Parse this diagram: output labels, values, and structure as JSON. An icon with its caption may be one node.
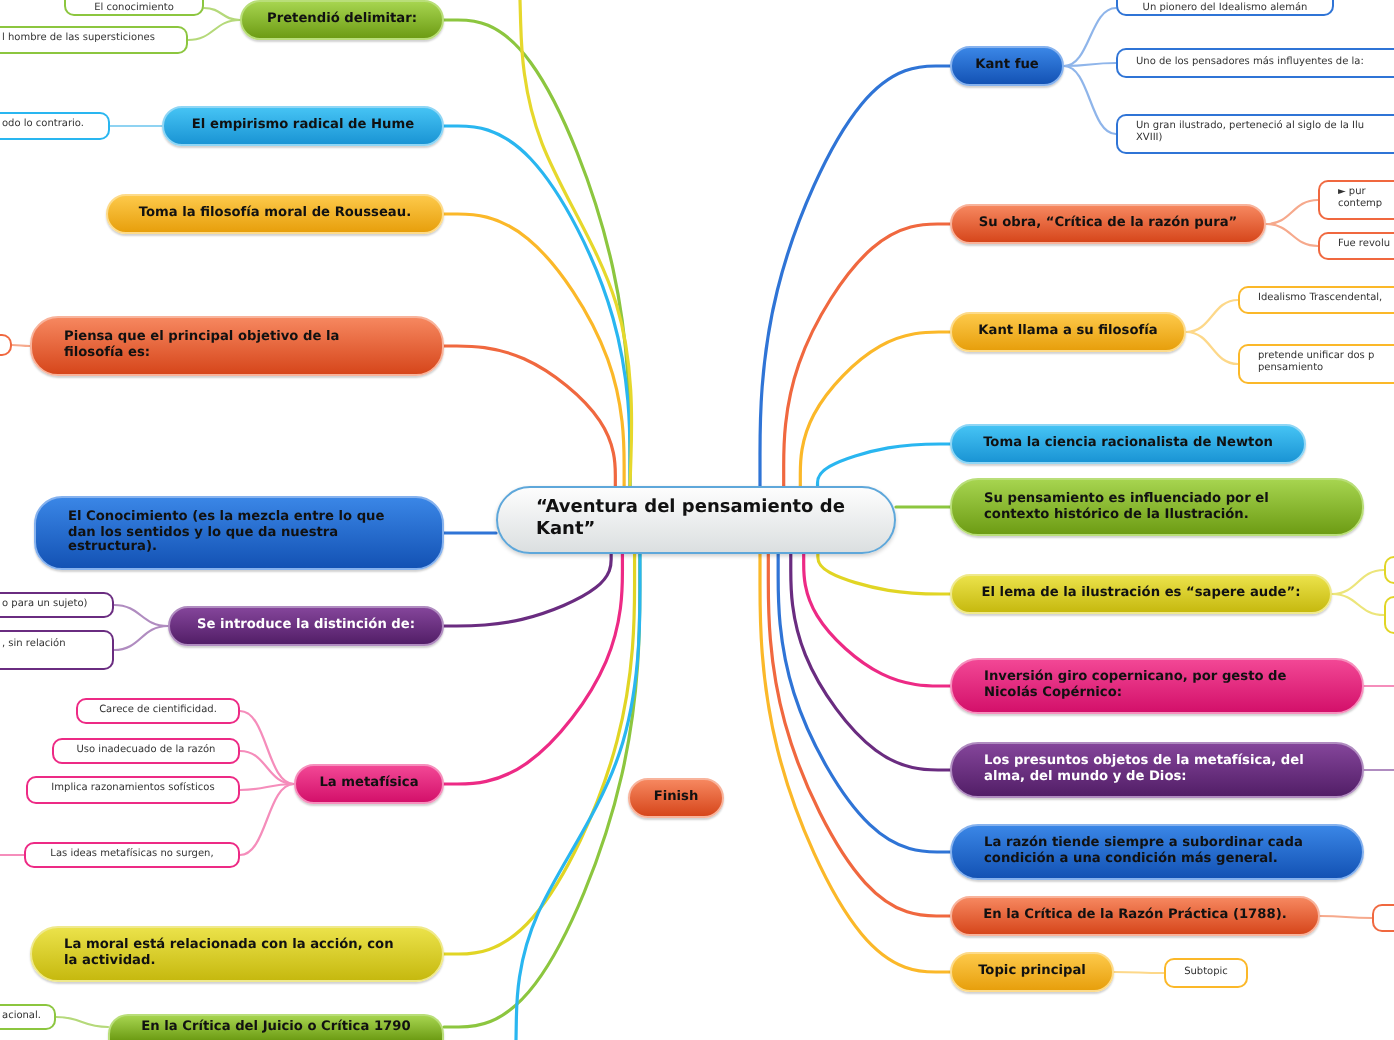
{
  "diagram": {
    "nodes": [
      {
        "text": [
          "“Aventura del pensamiento de Kant”"
        ]
      },
      {
        "text": [
          "Pretendió delimitar:"
        ]
      },
      {
        "text": [
          "El conocimiento"
        ]
      },
      {
        "text": [
          "l hombre de las supersticiones"
        ]
      },
      {
        "text": [
          "El empirismo radical de Hume"
        ]
      },
      {
        "text": [
          "odo lo contrario."
        ]
      },
      {
        "text": [
          "Toma la filosofía moral de Rousseau."
        ]
      },
      {
        "text": [
          "Piensa que el principal objetivo de la filosofía es:"
        ]
      },
      {
        "text": [],
        "shape": "box"
      },
      {
        "text": [
          "El Conocimiento (es la mezcla entre lo que dan los sentidos y lo que da nuestra estructura)."
        ]
      },
      {
        "text": [
          "Se introduce la distinción de:"
        ]
      },
      {
        "text": [
          "o para un sujeto)"
        ]
      },
      {
        "text": [
          ", sin relación"
        ]
      },
      {
        "text": [
          "La metafísica"
        ]
      },
      {
        "text": [
          "Carece de cientificidad."
        ]
      },
      {
        "text": [
          "Uso inadecuado de la razón"
        ]
      },
      {
        "text": [
          "Implica razonamientos sofísticos"
        ]
      },
      {
        "text": [
          "Las ideas metafísicas no surgen,"
        ]
      },
      {
        "text": [
          "La moral está relacionada con la acción, con la actividad."
        ]
      },
      {
        "text": [
          "En la Crítica del Juicio o Crítica 1790"
        ]
      },
      {
        "text": [
          "acional."
        ]
      },
      {
        "text": [
          "Kant fue"
        ]
      },
      {
        "text": [
          "Un pionero del Idealismo alemán"
        ]
      },
      {
        "text": [
          "Uno de los pensadores más influyentes de la:"
        ]
      },
      {
        "text": [
          "Un gran ilustrado, perteneció al siglo de la Ilu XVIII)"
        ]
      },
      {
        "text": [
          "Su obra, “Crítica de la razón pura”"
        ]
      },
      {
        "text": [
          "► pur contemp"
        ]
      },
      {
        "text": [
          "Fue revolu"
        ]
      },
      {
        "text": [
          "Kant llama a su filosofía"
        ]
      },
      {
        "text": [
          "Idealismo Trascendental,"
        ]
      },
      {
        "text": [
          "pretende unificar dos p pensamiento"
        ]
      },
      {
        "text": [
          "Toma la ciencia racionalista de Newton"
        ]
      },
      {
        "text": [
          "Su pensamiento es influenciado por el contexto histórico de la Ilustración."
        ]
      },
      {
        "text": [
          "El lema de la ilustración es “sapere aude”:"
        ]
      },
      {
        "text": [],
        "shape": "box"
      },
      {
        "text": [],
        "shape": "box"
      },
      {
        "text": [
          "Inversión giro copernicano, por gesto de Nicolás Copérnico:"
        ]
      },
      {
        "text": [
          "Los presuntos objetos de la metafísica, del alma, del mundo y de Dios:"
        ]
      },
      {
        "text": [
          "La razón tiende siempre a subordinar cada condición a una condición más general."
        ]
      },
      {
        "text": [
          "En la Crítica de la Razón Práctica (1788)."
        ]
      },
      {
        "text": [],
        "shape": "box"
      },
      {
        "text": [
          "Topic principal"
        ]
      },
      {
        "text": [
          "Subtopic"
        ]
      },
      {
        "text": [
          "Finish"
        ]
      }
    ],
    "edges": [
      {
        "from": 0,
        "to": 1,
        "arrow": "none",
        "color": "#8cc63f"
      },
      {
        "from": 0,
        "to": 4,
        "arrow": "none",
        "color": "#29b6f0"
      },
      {
        "from": 0,
        "to": 6,
        "arrow": "none",
        "color": "#fbb829"
      },
      {
        "from": 0,
        "to": 7,
        "arrow": "none",
        "color": "#f0683f"
      },
      {
        "from": 0,
        "to": 9,
        "arrow": "none",
        "color": "#2f74d6"
      },
      {
        "from": 0,
        "to": 10,
        "arrow": "none",
        "color": "#6a2c80"
      },
      {
        "from": 0,
        "to": 13,
        "arrow": "none",
        "color": "#ed2a85"
      },
      {
        "from": 0,
        "to": 18,
        "arrow": "none",
        "color": "#e1d524"
      },
      {
        "from": 0,
        "to": 19,
        "arrow": "none",
        "color": "#8cc63f"
      },
      {
        "from": 0,
        "to": null,
        "arrow": "none",
        "color": "#e6d82c"
      },
      {
        "from": 0,
        "to": null,
        "arrow": "none",
        "color": "#29b6f0"
      },
      {
        "from": 0,
        "to": 21,
        "arrow": "none",
        "color": "#2f74d6"
      },
      {
        "from": 0,
        "to": 25,
        "arrow": "none",
        "color": "#f0683f"
      },
      {
        "from": 0,
        "to": 28,
        "arrow": "none",
        "color": "#fbb829"
      },
      {
        "from": 0,
        "to": 31,
        "arrow": "none",
        "color": "#29b6f0"
      },
      {
        "from": 0,
        "to": 32,
        "arrow": "none",
        "color": "#8cc63f"
      },
      {
        "from": 0,
        "to": 33,
        "arrow": "none",
        "color": "#e1d524"
      },
      {
        "from": 0,
        "to": 36,
        "arrow": "none",
        "color": "#ed2a85"
      },
      {
        "from": 0,
        "to": 37,
        "arrow": "none",
        "color": "#6a2c80"
      },
      {
        "from": 0,
        "to": 38,
        "arrow": "none",
        "color": "#2f74d6"
      },
      {
        "from": 0,
        "to": 39,
        "arrow": "none",
        "color": "#f0683f"
      },
      {
        "from": 0,
        "to": 41,
        "arrow": "none",
        "color": "#fbb829"
      },
      {
        "from": 1,
        "to": 2,
        "arrow": "none",
        "color": "#b5d97a"
      },
      {
        "from": 1,
        "to": 3,
        "arrow": "none",
        "color": "#b5d97a"
      },
      {
        "from": 4,
        "to": 5,
        "arrow": "none",
        "color": "#8fd3f2"
      },
      {
        "from": 7,
        "to": 8,
        "arrow": "none",
        "color": "#f6a98c"
      },
      {
        "from": 10,
        "to": 11,
        "arrow": "none",
        "color": "#b08cc0"
      },
      {
        "from": 10,
        "to": 12,
        "arrow": "none",
        "color": "#b08cc0"
      },
      {
        "from": 13,
        "to": 14,
        "arrow": "none",
        "color": "#f58dbb"
      },
      {
        "from": 13,
        "to": 15,
        "arrow": "none",
        "color": "#f58dbb"
      },
      {
        "from": 13,
        "to": 16,
        "arrow": "none",
        "color": "#f58dbb"
      },
      {
        "from": 13,
        "to": 17,
        "arrow": "none",
        "color": "#f58dbb"
      },
      {
        "from": 17,
        "to": null,
        "arrow": "none",
        "color": "#f58dbb"
      },
      {
        "from": 19,
        "to": 20,
        "arrow": "none",
        "color": "#b5d97a"
      },
      {
        "from": 21,
        "to": 22,
        "arrow": "none",
        "color": "#8fb5ea"
      },
      {
        "from": 21,
        "to": 23,
        "arrow": "none",
        "color": "#8fb5ea"
      },
      {
        "from": 21,
        "to": 24,
        "arrow": "none",
        "color": "#8fb5ea"
      },
      {
        "from": 25,
        "to": 26,
        "arrow": "none",
        "color": "#f6a98c"
      },
      {
        "from": 25,
        "to": 27,
        "arrow": "none",
        "color": "#f6a98c"
      },
      {
        "from": 28,
        "to": 29,
        "arrow": "none",
        "color": "#fdd889"
      },
      {
        "from": 28,
        "to": 30,
        "arrow": "none",
        "color": "#fdd889"
      },
      {
        "from": 33,
        "to": 34,
        "arrow": "none",
        "color": "#ece57a"
      },
      {
        "from": 33,
        "to": 35,
        "arrow": "none",
        "color": "#ece57a"
      },
      {
        "from": 36,
        "to": null,
        "arrow": "none",
        "color": "#f58dbb"
      },
      {
        "from": 37,
        "to": null,
        "arrow": "none",
        "color": "#b08cc0"
      },
      {
        "from": 39,
        "to": 40,
        "arrow": "none",
        "color": "#f6a98c"
      },
      {
        "from": 41,
        "to": 42,
        "arrow": "none",
        "color": "#fdd889"
      }
    ]
  }
}
